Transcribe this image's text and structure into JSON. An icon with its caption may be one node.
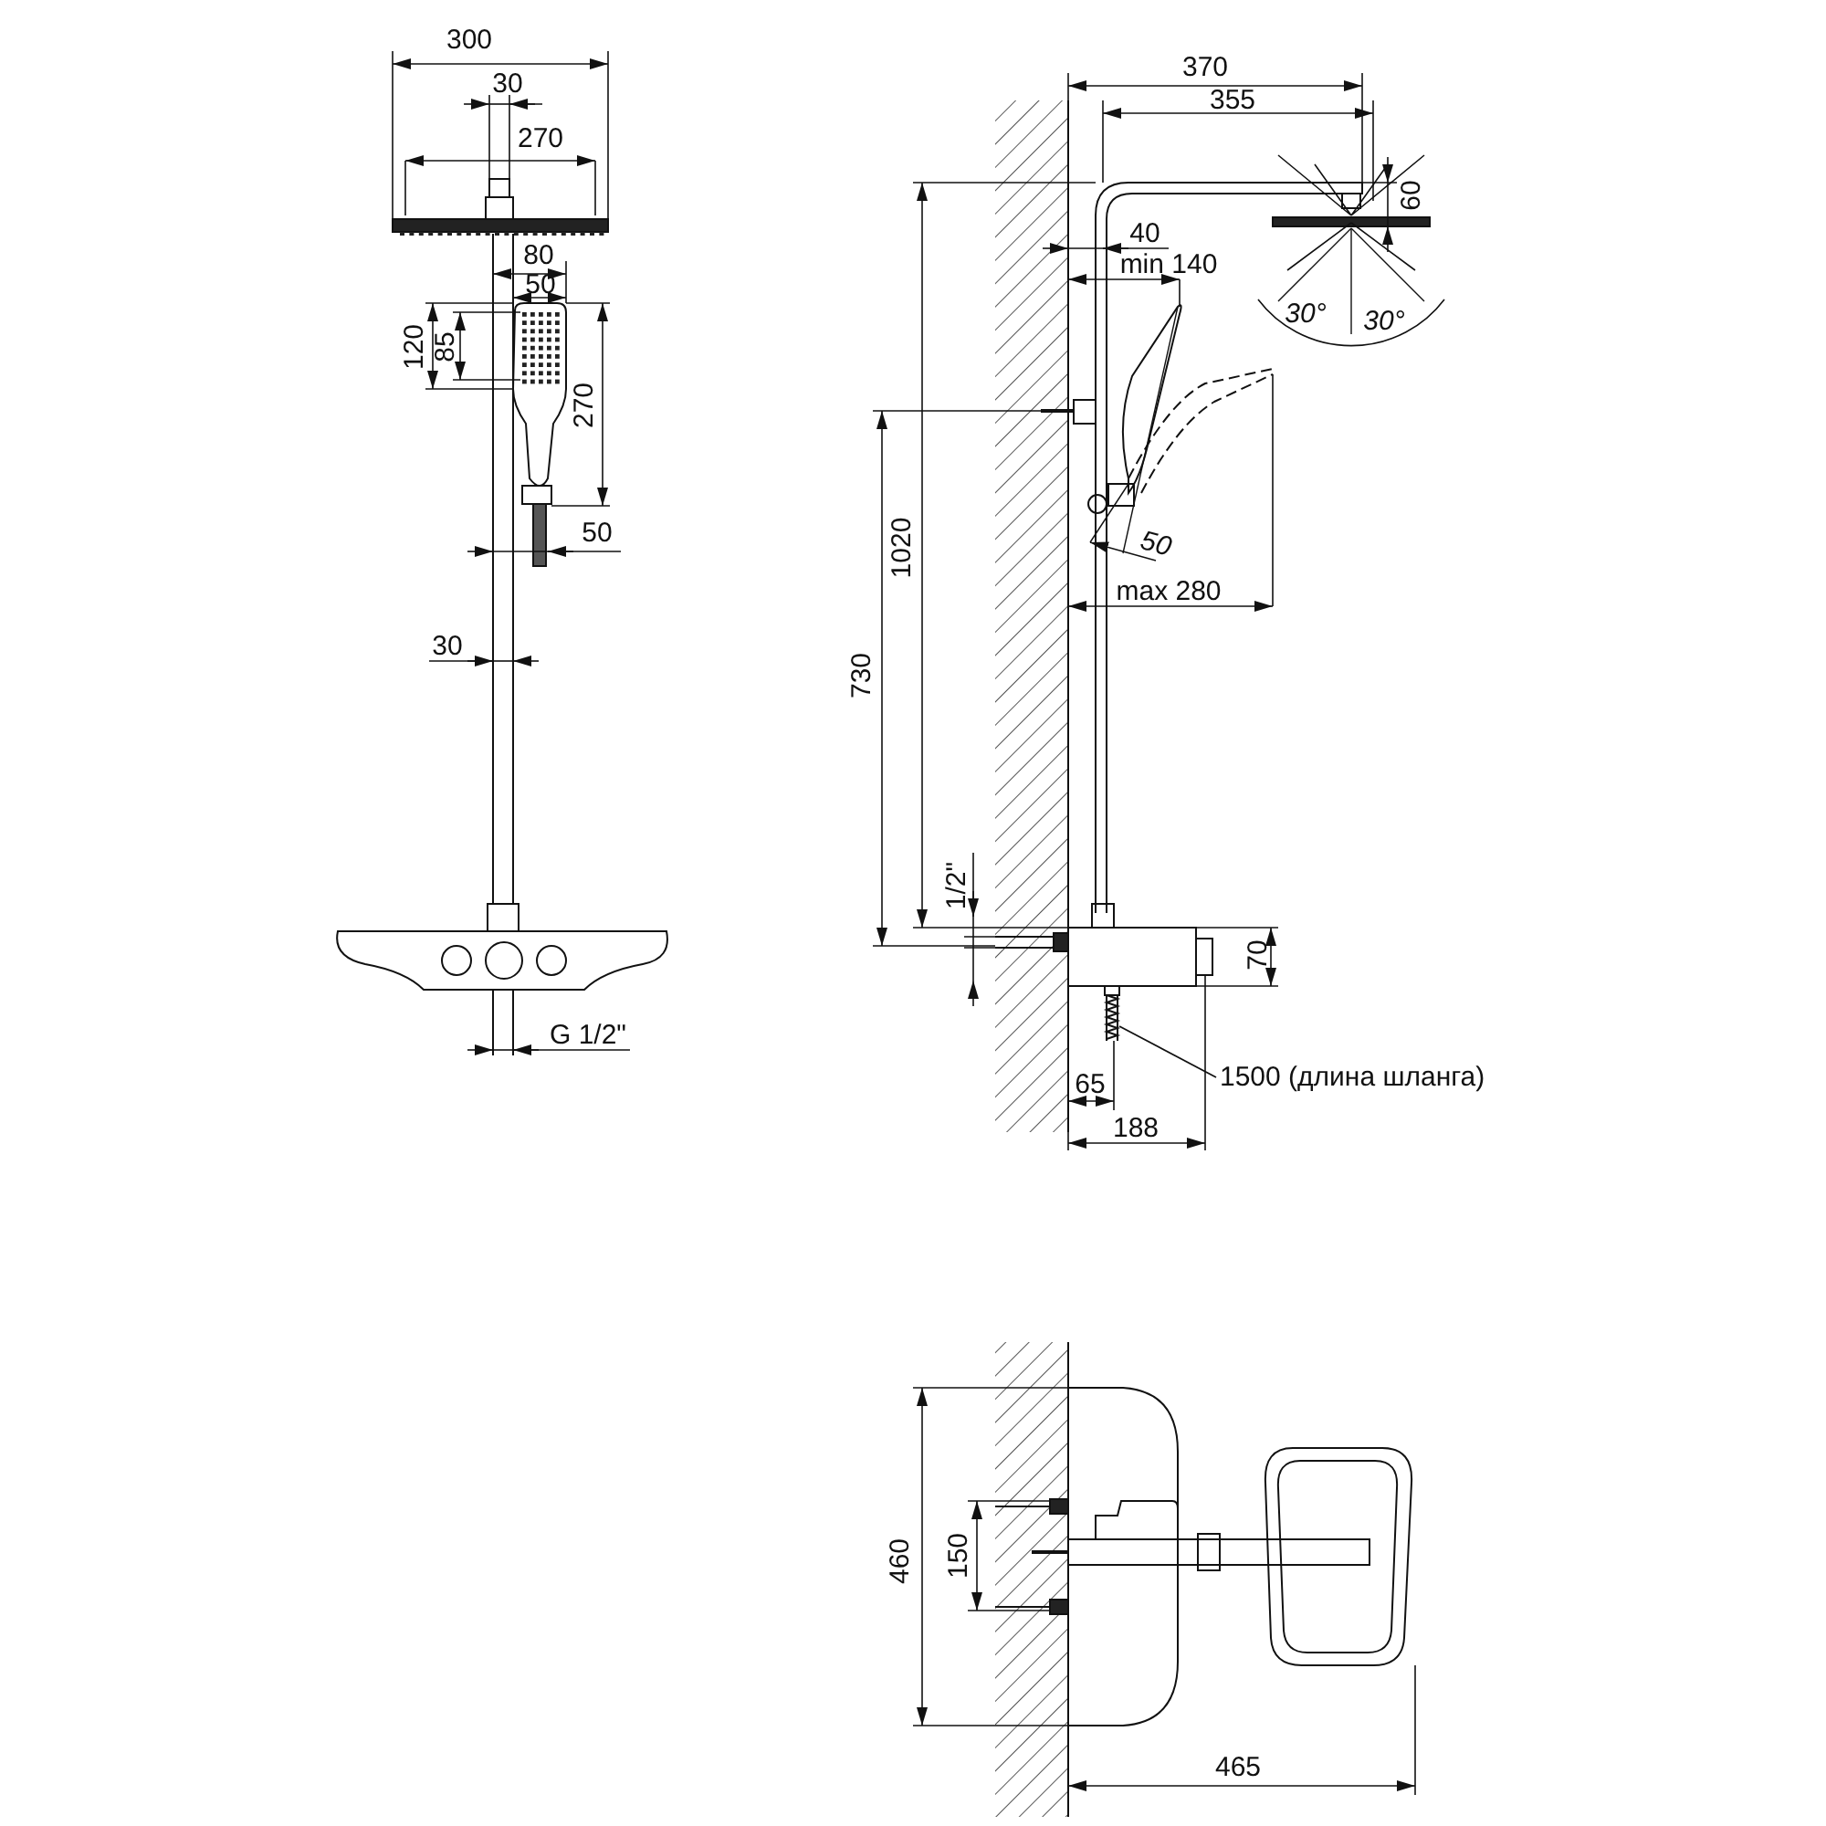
{
  "diagram": {
    "nodes": [
      {
        "text": [
          "1500 (длина шланга)"
        ]
      },
      {
        "text": [],
        "shape": "picture"
      }
    ],
    "edges": [
      {
        "from": 0,
        "to": 1,
        "arrow": "none"
      }
    ],
    "labels": [
      "300",
      "30",
      "270",
      "80",
      "50",
      "120",
      "85",
      "270",
      "50",
      "30",
      "G 1/2\"",
      "370",
      "355",
      "60",
      "40",
      "min 140",
      "30°",
      "30°",
      "1020",
      "730",
      "50",
      "max 280",
      "1/2\"",
      "70",
      "65",
      "188",
      "460",
      "150",
      "465"
    ]
  }
}
